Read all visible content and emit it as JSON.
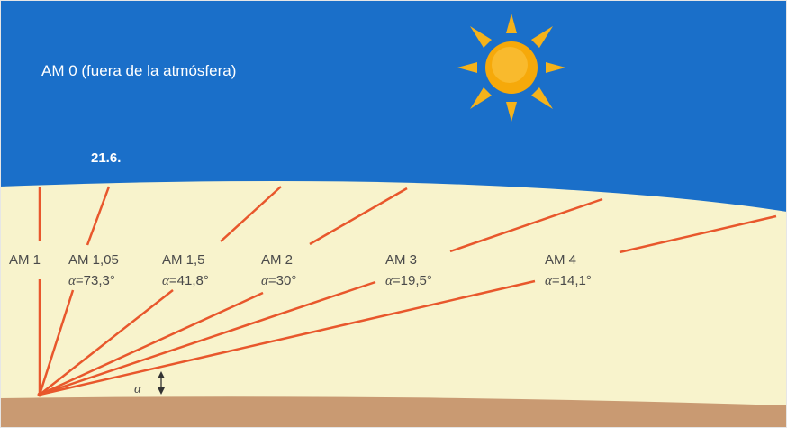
{
  "header": {
    "am0_label": "AM 0 (fuera de la atmósfera)",
    "figure_number": "21.6."
  },
  "rays": [
    {
      "am": "AM 1",
      "angle": ""
    },
    {
      "am": "AM 1,05",
      "angle": "=73,3°"
    },
    {
      "am": "AM 1,5",
      "angle": "=41,8°"
    },
    {
      "am": "AM 2",
      "angle": "=30°"
    },
    {
      "am": "AM 3",
      "angle": "=19,5°"
    },
    {
      "am": "AM 4",
      "angle": "=14,1°"
    }
  ],
  "alpha_symbol": "α",
  "colors": {
    "sky": "#1a6fc9",
    "atmosphere": "#f8f3cc",
    "ground": "#c99a72",
    "ray": "#e8572c",
    "sun_core": "#f6a90a",
    "sun_rays": "#f5b21a"
  }
}
